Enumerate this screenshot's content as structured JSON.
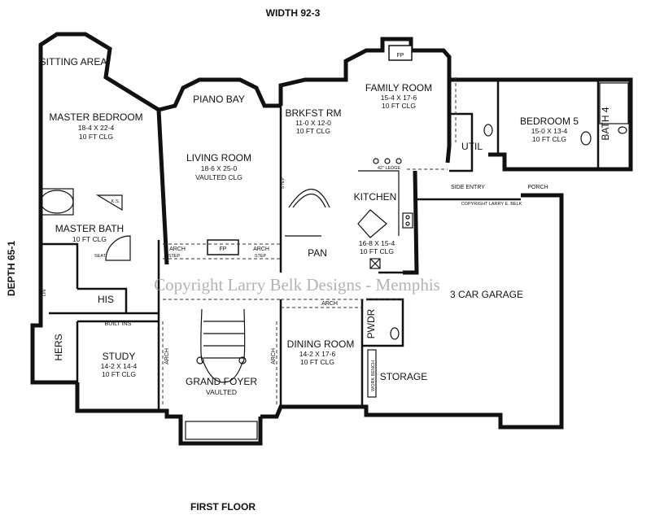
{
  "header": {
    "width": "WIDTH 92-3",
    "depth": "DEPTH 65-1",
    "floor": "FIRST FLOOR"
  },
  "watermark": "Copyright Larry Belk Designs - Memphis",
  "copyright_small": "COPYRIGHT LARRY E. BELK",
  "rooms": {
    "sitting": {
      "name": "SITTING AREA"
    },
    "master_bed": {
      "name": "MASTER BEDROOM",
      "size": "18-4 X 22-4",
      "clg": "10 FT CLG"
    },
    "piano": {
      "name": "PIANO BAY"
    },
    "living": {
      "name": "LIVING ROOM",
      "size": "18-6 X 25-0",
      "clg": "VAULTED CLG"
    },
    "brkfst": {
      "name": "BRKFST RM",
      "size": "11-0 X 12-0",
      "clg": "10 FT CLG"
    },
    "family": {
      "name": "FAMILY ROOM",
      "size": "15-4 X 17-6",
      "clg": "10 FT CLG"
    },
    "bed5": {
      "name": "BEDROOM 5",
      "size": "15-0 X 13-4",
      "clg": "10 FT CLG"
    },
    "bath4": {
      "name": "BATH 4"
    },
    "util": {
      "name": "UTIL"
    },
    "kitchen": {
      "name": "KITCHEN",
      "ledge": "42\" LEDGE",
      "size": "16-8 X 15-4",
      "clg": "10 FT CLG"
    },
    "master_bath": {
      "name": "MASTER BATH",
      "clg": "10 FT CLG"
    },
    "ks": {
      "name": "K.S."
    },
    "seat": {
      "name": "SEAT"
    },
    "his": {
      "name": "HIS"
    },
    "hers": {
      "name": "HERS"
    },
    "lin": {
      "name": "LIN"
    },
    "built_ins": {
      "name": "BUILT INS"
    },
    "study": {
      "name": "STUDY",
      "size": "14-2 X 14-4",
      "clg": "10 FT CLG"
    },
    "foyer": {
      "name": "GRAND FOYER",
      "clg": "VAULTED"
    },
    "dining": {
      "name": "DINING ROOM",
      "size": "14-2 X 17-6",
      "clg": "10 FT CLG"
    },
    "pan": {
      "name": "PAN"
    },
    "pwdr": {
      "name": "PWDR"
    },
    "storage": {
      "name": "STORAGE"
    },
    "work_bench": {
      "name": "WORK BENCH"
    },
    "garage": {
      "name": "3 CAR GARAGE"
    },
    "side_entry": {
      "name": "SIDE ENTRY"
    },
    "porch": {
      "name": "PORCH"
    }
  },
  "labels": {
    "fp": "FP",
    "arch": "ARCH",
    "step": "STEP"
  }
}
